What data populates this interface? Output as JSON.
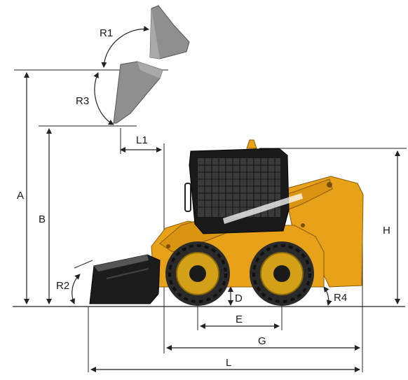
{
  "labels": {
    "r1": "R1",
    "r2": "R2",
    "r3": "R3",
    "r4": "R4",
    "l1": "L1",
    "a": "A",
    "b": "B",
    "h": "H",
    "d": "D",
    "e": "E",
    "g": "G",
    "l": "L"
  },
  "colors": {
    "body": "#e8a21a",
    "body_shade": "#b97a0c",
    "cab": "#1a1a1a",
    "tire": "#2a2a2a",
    "rim": "#d4a017",
    "bucket_dark": "#1c1c1c",
    "bucket_ghost": "#8f8f8f",
    "line": "#222222"
  },
  "icons": {
    "machine": "skid-steer-loader",
    "ghost_bucket_top": "bucket-dump-position",
    "ghost_bucket_mid": "bucket-raised-position",
    "ground_bucket": "bucket-ground-position"
  }
}
